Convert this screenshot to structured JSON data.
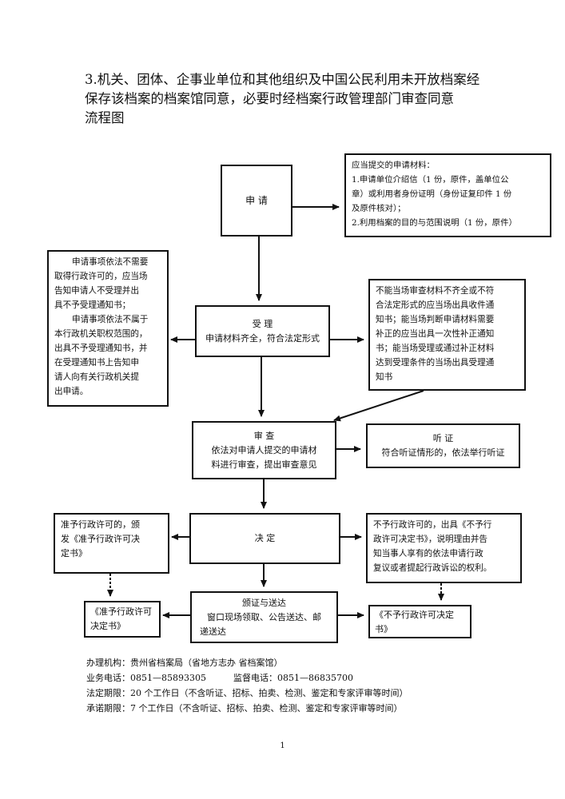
{
  "title": {
    "line1": "3.机关、团体、企事业单位和其他组织及中国公民利用未开放档案经",
    "line2": "保存该档案的档案馆同意，必要时经档案行政管理部门审查同意",
    "line3": "流程图"
  },
  "nodes": {
    "apply": {
      "label": "申  请"
    },
    "materials": {
      "lines": [
        "应当提交的申请材料：",
        "1.申请单位介绍信（1 份，原件，盖单位公",
        "章）或利用者身份证明（身份证复印件 1 份",
        "及原件核对）；",
        "2.利用档案的目的与范围说明（1 份，原件）"
      ]
    },
    "left_notice": {
      "lines": [
        "申请事项依法不需要",
        "取得行政许可的，应当场",
        "告知申请人不受理并出",
        "具不予受理通知书；",
        "申请事项依法不属于",
        "本行政机关职权范围的，",
        "出具不予受理通知书，并",
        "在受理通知书上告知申",
        "请人向有关行政机关提",
        "出申请。"
      ]
    },
    "accept": {
      "title": "受  理",
      "sub": "申请材料齐全，符合法定形式"
    },
    "right_notice": {
      "lines": [
        "不能当场审查材料不齐全或不符",
        "合法定形式的应当场出具收件通",
        "知书；能当场判断申请材料需要",
        "补正的应当出具一次性补正通知",
        "书；能当场受理或通过补正材料",
        "达到受理条件的当场出具受理通",
        "知书"
      ]
    },
    "review": {
      "title": "审  查",
      "sub1": "依法对申请人提交的申请材",
      "sub2": "料进行审查，提出审查意见"
    },
    "hearing": {
      "title": "听  证",
      "sub": "符合听证情形的，依法举行听证"
    },
    "decide": {
      "label": "决  定"
    },
    "grant": {
      "line1": "准予行政许可的，颁",
      "line2": "发《准予行政许可决",
      "line3": "定书》"
    },
    "deny": {
      "lines": [
        "不予行政许可的，出具《不予行",
        "政许可决定书》，说明理由并告",
        "知当事人享有的依法申请行政",
        "复议或者提起行政诉讼的权利。"
      ]
    },
    "grant_doc": {
      "line1": "《准予行政许可",
      "line2": "决定书》"
    },
    "deliver": {
      "title": "颁证与送达",
      "sub1": "窗口现场领取、公告送达、邮",
      "sub2": "递送达"
    },
    "deny_doc": {
      "line1": "《不予行政许可决定",
      "line2": "书》"
    }
  },
  "footer": {
    "org": "办理机构：贵州省档案局（省地方志办 省档案馆）",
    "phone": "业务电话：0851—85893305",
    "supervise": "监督电话：0851—86835700",
    "legal_limit": "法定期限：20 个工作日（不含听证、招标、拍卖、检测、鉴定和专家评审等时间）",
    "promise_limit": "承诺期限：7 个工作日（不含听证、招标、拍卖、检测、鉴定和专家评审等时间）"
  },
  "page_number": "1"
}
